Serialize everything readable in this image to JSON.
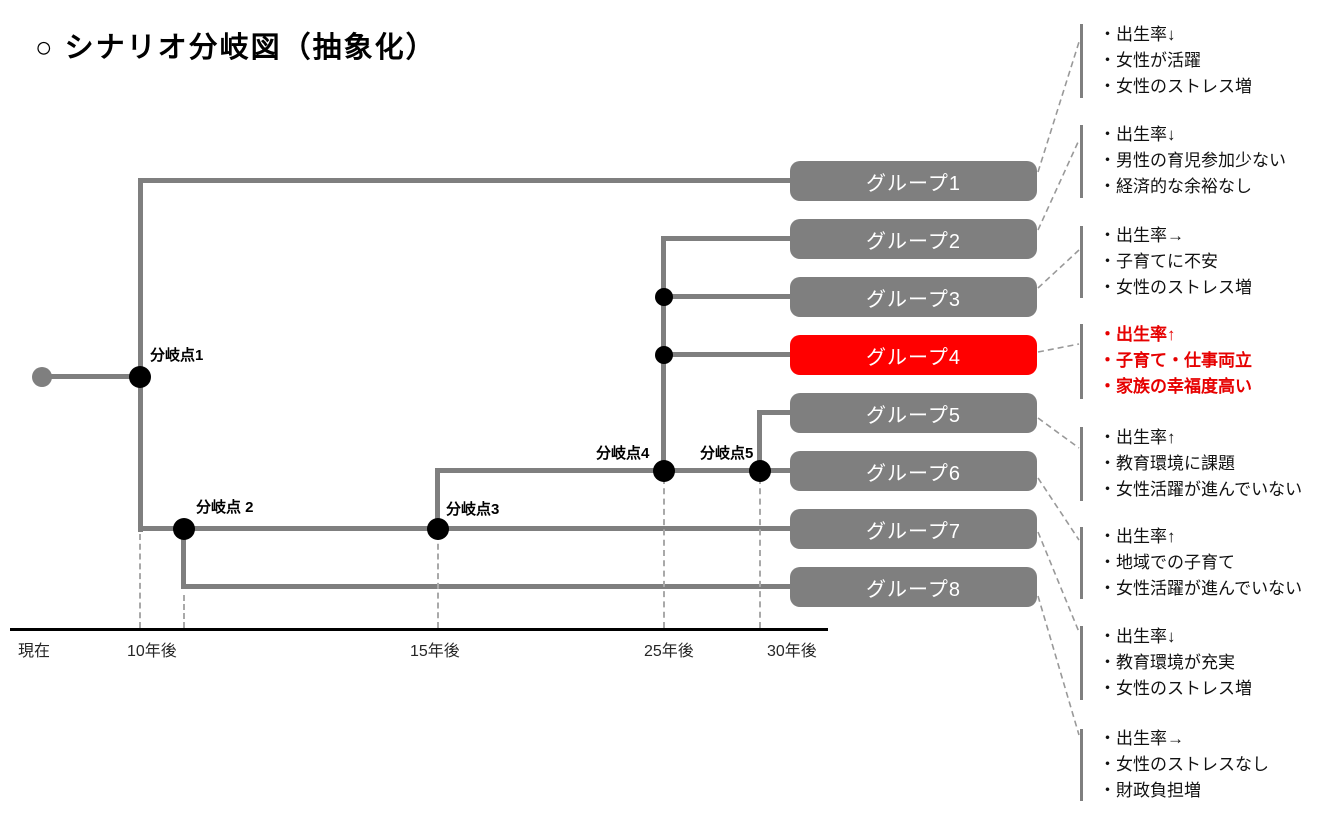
{
  "title": "○ シナリオ分岐図（抽象化）",
  "branch_points": [
    {
      "label": "分岐点1"
    },
    {
      "label": "分岐点 2"
    },
    {
      "label": "分岐点3"
    },
    {
      "label": "分岐点4"
    },
    {
      "label": "分岐点5"
    }
  ],
  "groups": [
    {
      "label": "グループ1",
      "highlighted": false
    },
    {
      "label": "グループ2",
      "highlighted": false
    },
    {
      "label": "グループ3",
      "highlighted": false
    },
    {
      "label": "グループ4",
      "highlighted": true
    },
    {
      "label": "グループ5",
      "highlighted": false
    },
    {
      "label": "グループ6",
      "highlighted": false
    },
    {
      "label": "グループ7",
      "highlighted": false
    },
    {
      "label": "グループ8",
      "highlighted": false
    }
  ],
  "annotations": [
    {
      "lines": [
        "・出生率↓",
        "・女性が活躍",
        "・女性のストレス増"
      ],
      "emphasis": false
    },
    {
      "lines": [
        "・出生率↓",
        "・男性の育児参加少ない",
        "・経済的な余裕なし"
      ],
      "emphasis": false
    },
    {
      "lines": [
        "・出生率→",
        "・子育てに不安",
        "・女性のストレス増"
      ],
      "emphasis": false
    },
    {
      "lines": [
        "・出生率↑",
        "・子育て・仕事両立",
        "・家族の幸福度高い"
      ],
      "emphasis": true
    },
    {
      "lines": [
        "・出生率↑",
        "・教育環境に課題",
        "・女性活躍が進んでいない"
      ],
      "emphasis": false
    },
    {
      "lines": [
        "・出生率↑",
        "・地域での子育て",
        "・女性活躍が進んでいない"
      ],
      "emphasis": false
    },
    {
      "lines": [
        "・出生率↓",
        "・教育環境が充実",
        "・女性のストレス増"
      ],
      "emphasis": false
    },
    {
      "lines": [
        "・出生率→",
        "・女性のストレスなし",
        "・財政負担増"
      ],
      "emphasis": false
    }
  ],
  "timeline": [
    "現在",
    "10年後",
    "15年後",
    "25年後",
    "30年後"
  ],
  "colors": {
    "line_gray": "#7f7f7f",
    "box_gray": "#7f7f7f",
    "highlight_red": "#ff0000",
    "emphasis_text_red": "#e60000",
    "dashed_gray": "#a9a9a9",
    "axis_black": "#000000"
  }
}
